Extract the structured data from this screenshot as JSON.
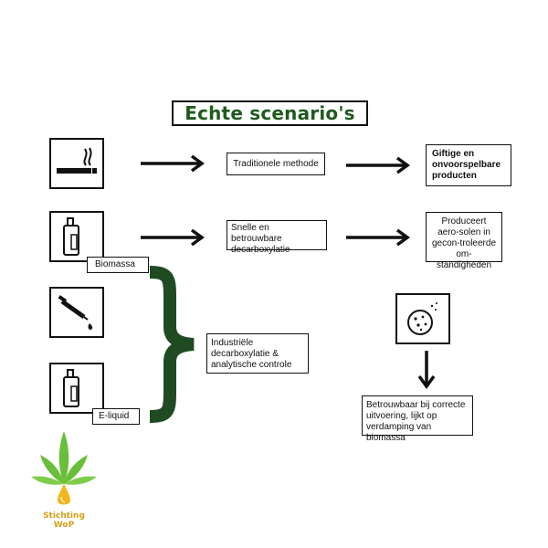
{
  "title": "Echte scenario's",
  "rows": [
    {
      "middle": "Traditionele methode",
      "right": "Giftige en onvoorspelbare producten"
    },
    {
      "middle": "Snelle en betrouwbare decarboxylatie",
      "right": "Produceert aero-solen in gecon-troleerde om-standigheden"
    }
  ],
  "tags": {
    "biomass": "Biomassa",
    "eliquid": "E-liquid"
  },
  "industrial": "Industriële decarboxylatie & analytische controle",
  "edible_result": "Betrouwbaar bij correcte uitvoering, lijkt op verdamping van biomassa",
  "logo": {
    "line1": "Stichting",
    "line2": "WoP"
  },
  "icons": [
    "cigarette-icon",
    "vaporizer-icon",
    "dropper-icon",
    "vaporizer-icon",
    "cookie-icon",
    "cannabis-leaf-logo"
  ],
  "colors": {
    "title": "#1f5a1f",
    "brace": "#1f4a22",
    "logo_leaf": "#6abf3a",
    "logo_drop": "#f2b51c"
  }
}
